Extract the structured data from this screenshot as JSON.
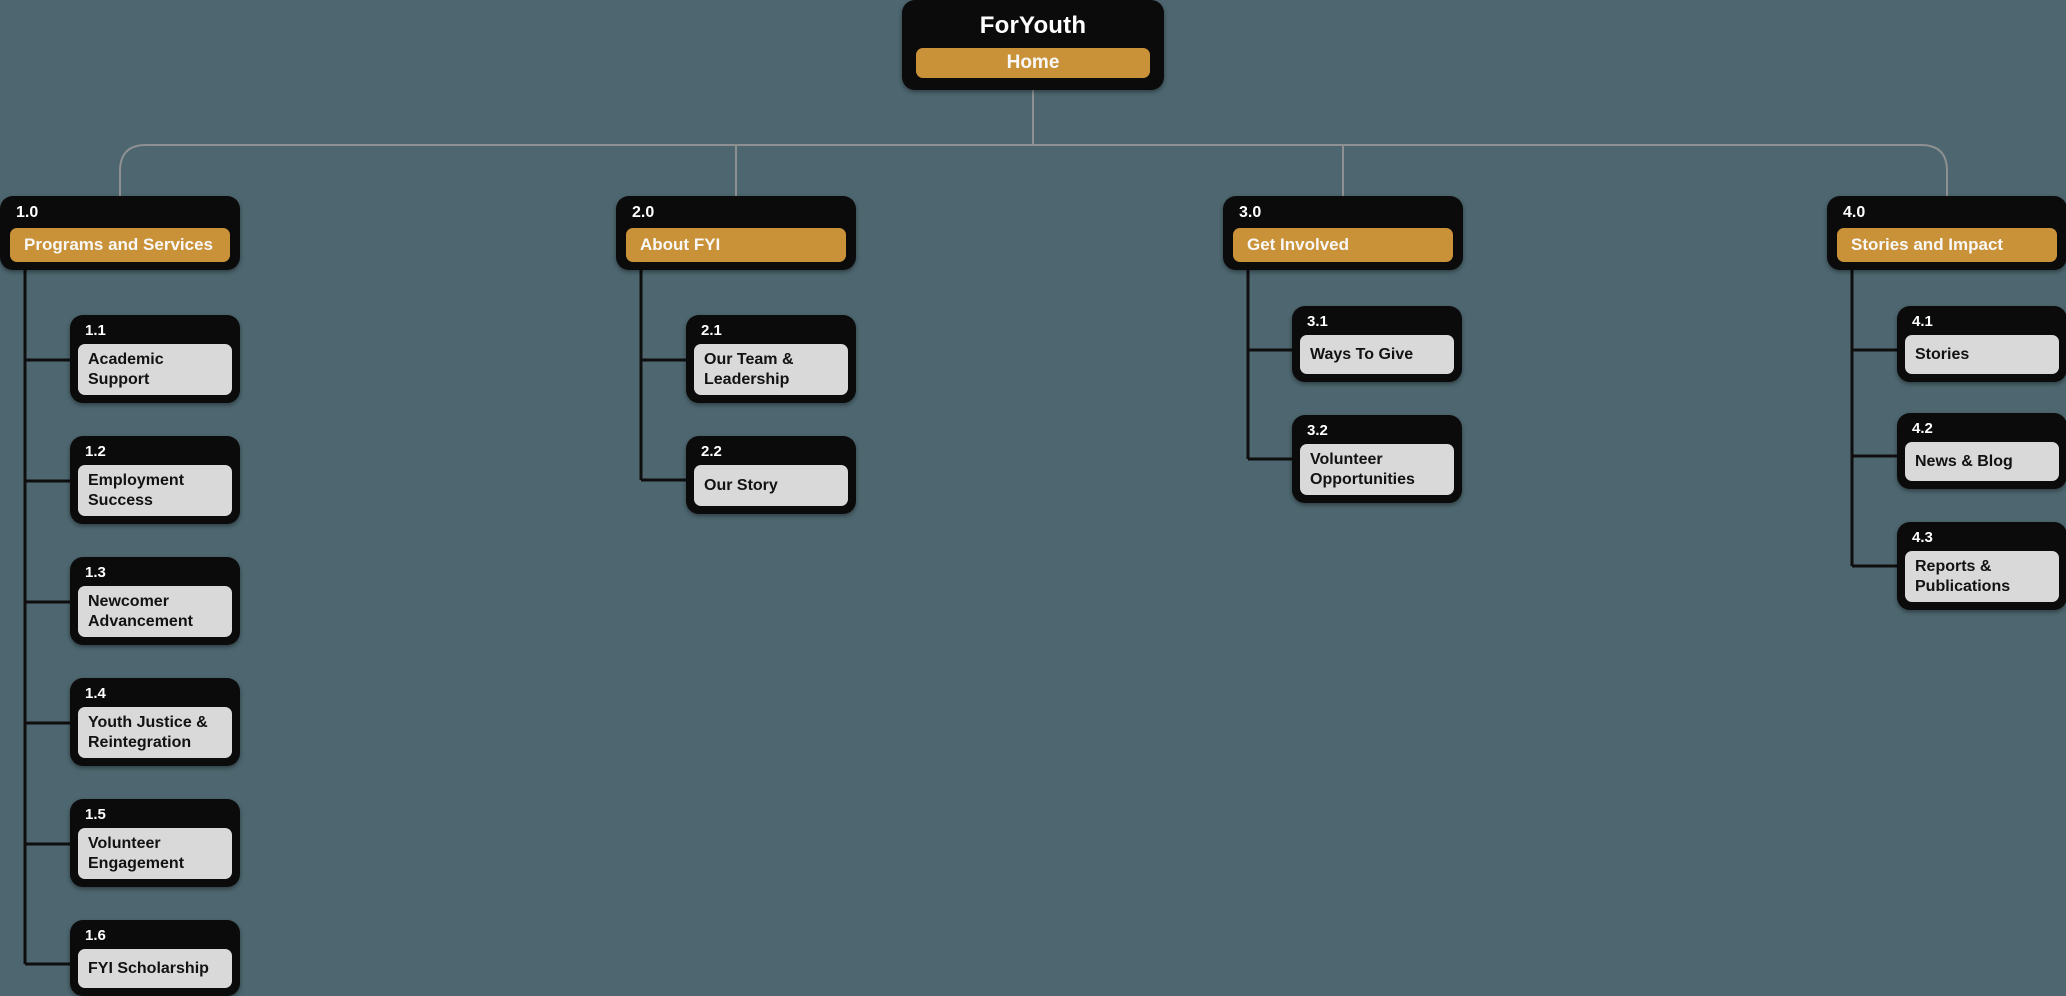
{
  "canvas": {
    "background_color": "#4D666F",
    "node_color": "#0B0B0B",
    "accent_color": "#CA9238",
    "child_button_color": "#D9D9D9",
    "top_connector_color": "#8E9091",
    "child_connector_color": "#0E0E0E"
  },
  "root": {
    "title": "ForYouth",
    "button_label": "Home"
  },
  "sections": [
    {
      "number": "1.0",
      "label": "Programs and Services",
      "children": [
        {
          "number": "1.1",
          "label": "Academic Support"
        },
        {
          "number": "1.2",
          "label": "Employment Success"
        },
        {
          "number": "1.3",
          "label": "Newcomer Advancement"
        },
        {
          "number": "1.4",
          "label": "Youth Justice & Reintegration"
        },
        {
          "number": "1.5",
          "label": "Volunteer Engagement"
        },
        {
          "number": "1.6",
          "label": "FYI Scholarship"
        }
      ]
    },
    {
      "number": "2.0",
      "label": "About FYI",
      "children": [
        {
          "number": "2.1",
          "label": "Our Team & Leadership"
        },
        {
          "number": "2.2",
          "label": "Our Story"
        }
      ]
    },
    {
      "number": "3.0",
      "label": "Get Involved",
      "children": [
        {
          "number": "3.1",
          "label": "Ways To Give"
        },
        {
          "number": "3.2",
          "label": "Volunteer Opportunities"
        }
      ]
    },
    {
      "number": "4.0",
      "label": "Stories and Impact",
      "children": [
        {
          "number": "4.1",
          "label": "Stories"
        },
        {
          "number": "4.2",
          "label": "News & Blog"
        },
        {
          "number": "4.3",
          "label": "Reports & Publications"
        }
      ]
    }
  ]
}
